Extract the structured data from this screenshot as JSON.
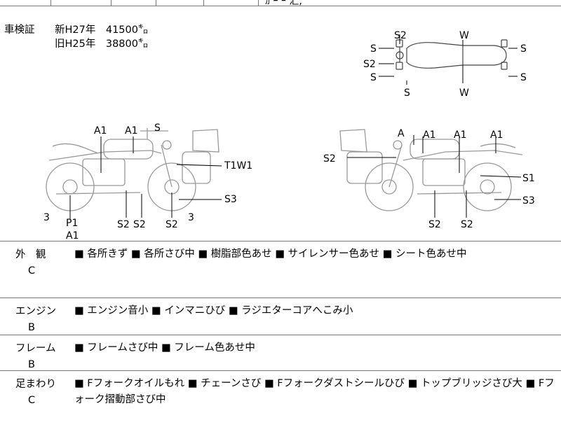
{
  "inspection": {
    "label": "車検証",
    "new_line": "新H27年　41500㌔",
    "old_line": "旧H25年　38800㌔"
  },
  "diagram_labels": {
    "top": {
      "s_left1": "S",
      "s2_top": "S2",
      "s2_left": "S2",
      "s_left2": "S",
      "s_bottom": "S",
      "w_top": "W",
      "w_bottom": "W",
      "s_right1": "S",
      "s_right2": "S"
    },
    "left": {
      "a1_a": "A1",
      "a1_b": "A1",
      "s": "S",
      "t1w1": "T1W1",
      "s3": "S3",
      "n3_left": "3",
      "n3_right": "3",
      "p1": "P1",
      "a1_c": "A1",
      "s2_a": "S2",
      "s2_b": "S2",
      "s2_c": "S2"
    },
    "right": {
      "a": "A",
      "a1_a": "A1",
      "a1_b": "A1",
      "a1_c": "A1",
      "s2_left": "S2",
      "s1": "S1",
      "s3": "S3",
      "s2_a": "S2",
      "s2_b": "S2"
    }
  },
  "conditions": [
    {
      "category": "外　観",
      "grade": "C",
      "notes": "■ 各所きず ■ 各所さび中 ■ 樹脂部色あせ ■ サイレンサー色あせ ■ シート色あせ中"
    },
    {
      "category": "エンジン",
      "grade": "B",
      "notes": "■ エンジン音小 ■ インマニひび ■ ラジエターコアへこみ小"
    },
    {
      "category": "フレーム",
      "grade": "B",
      "notes": "■ フレームさび中 ■ フレーム色あせ中"
    },
    {
      "category": "足まわり",
      "grade": "C",
      "notes": "■ Fフォークオイルもれ ■ チェーンさび ■ Fフォークダストシールひび ■ トップブリッジさび大 ■ Fフォーク摺動部さび中"
    }
  ],
  "top_clip_text": "ｶ ｰ ｰ 汇,"
}
